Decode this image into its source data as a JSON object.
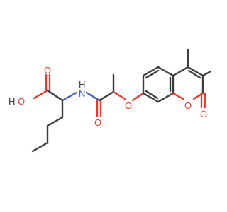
{
  "molecule": {
    "atoms": {
      "hydroxyl_h": "H",
      "hydroxyl_o": "O",
      "carbonyl_o_acid": "O",
      "amide_n": "N",
      "amide_h": "H",
      "amide_o": "O",
      "ether_o": "O",
      "ring_o": "O",
      "lactone_o": "O"
    },
    "colors": {
      "bond": "#3c3c3c",
      "oxygen": "#e33b2e",
      "nitrogen": "#3a62b5"
    }
  }
}
